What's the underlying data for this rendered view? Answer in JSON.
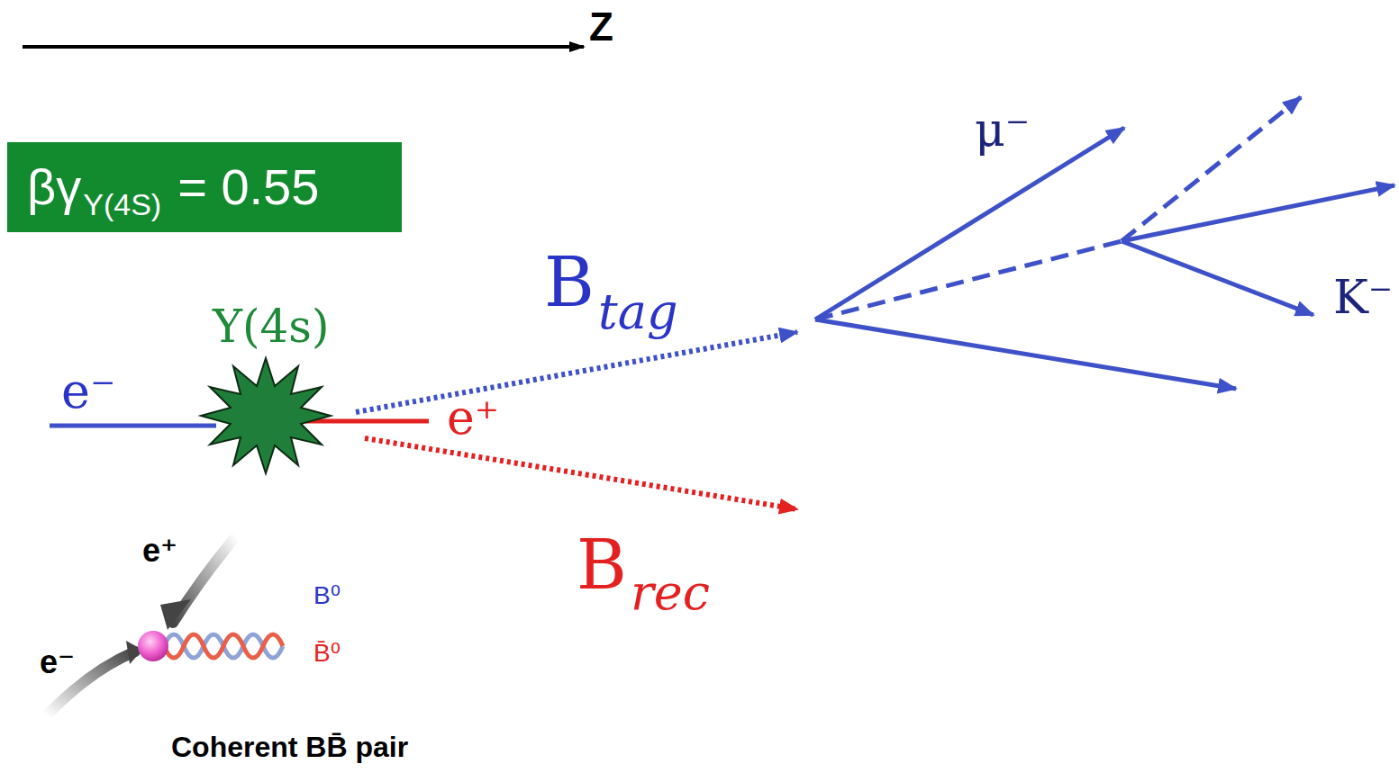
{
  "diagram": {
    "nodes": [
      {
        "text": [
          "βγ",
          "Y(4S)",
          "= 0.55"
        ]
      }
    ],
    "labels": [
      "Z",
      "Υ(4s)",
      "e⁻",
      "e⁺",
      "B",
      "tag",
      "B",
      "rec",
      "μ⁻",
      "K⁻",
      "e⁺",
      "e⁻",
      "B⁰",
      "B̄⁰",
      "Coherent BB̄ pair"
    ]
  }
}
